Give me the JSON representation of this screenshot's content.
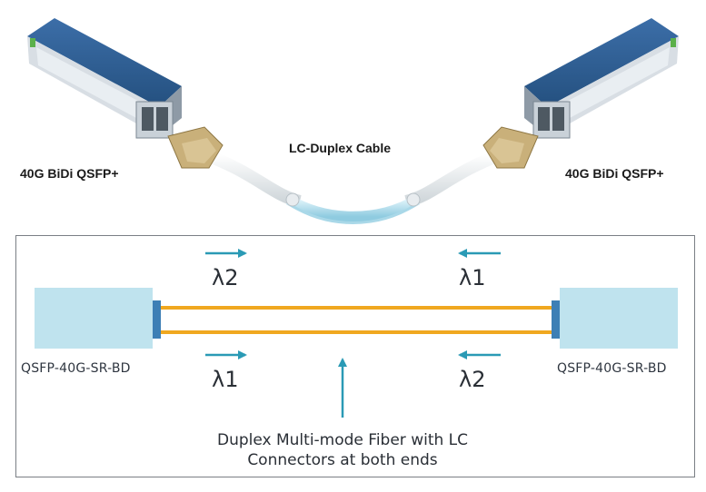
{
  "top": {
    "cable_label": "LC-Duplex Cable",
    "left_module_label": "40G BiDi QSFP+",
    "right_module_label": "40G BiDi QSFP+"
  },
  "diagram": {
    "left_device_label": "QSFP-40G-SR-BD",
    "right_device_label": "QSFP-40G-SR-BD",
    "upper_left_wavelength": "λ2",
    "upper_right_wavelength": "λ1",
    "lower_left_wavelength": "λ1",
    "lower_right_wavelength": "λ2",
    "fiber_note_line1": "Duplex Multi-mode Fiber with LC",
    "fiber_note_line2": "Connectors at both ends"
  },
  "colors": {
    "fiber": "#f0a820",
    "arrow": "#2a9ab5",
    "device_fill": "#bfe3ee",
    "connector": "#3d7fb5",
    "module_blue": "#2f5f97",
    "lc_tan": "#c9b07a"
  }
}
